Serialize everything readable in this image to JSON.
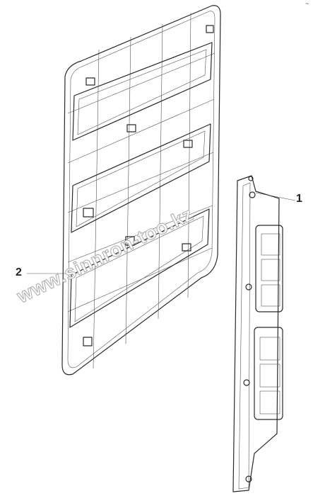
{
  "callouts": [
    {
      "id": "1",
      "text": "1"
    },
    {
      "id": "2",
      "text": "2"
    }
  ],
  "watermark": "www.sinnron-too.kz",
  "corner_mark": "~",
  "colors": {
    "line": "#2a2a2a",
    "watermark_outline": "#b0b0b0",
    "background": "#ffffff"
  }
}
